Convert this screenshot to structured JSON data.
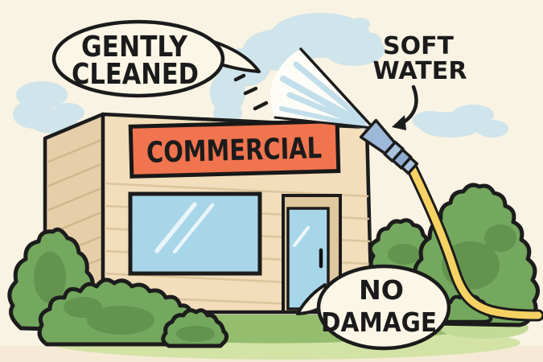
{
  "scene_title": "Soft washing a commercial building illustration",
  "bubbles": {
    "gently_cleaned": {
      "line1": "GENTLY",
      "line2": "CLEANED"
    },
    "no_damage": {
      "line1": "NO",
      "line2": "DAMAGE"
    }
  },
  "labels": {
    "soft_water": {
      "line1": "SOFT",
      "line2": "WATER"
    }
  },
  "sign": {
    "text": "COMMERCIAL"
  },
  "colors": {
    "background": "#f9f3e3",
    "background_bottom": "#f6ead6",
    "cloud": "#cfe4eb",
    "spray_white": "#fdfcf6",
    "spray_streak": "#c2deeb",
    "facade": "#f2debb",
    "side_wall": "#e6cfa8",
    "siding_line": "#d8bf97",
    "sign_orange": "#f0744e",
    "window_glass": "#a8d6e9",
    "door_frame": "#dfc79e",
    "grass": "#94bd6d",
    "ground_light": "#d3e3a6",
    "ground_light_right": "#c2db97",
    "bush": "#74a85e",
    "bush_shadow": "#63934f",
    "hose": "#f5d263",
    "nozzle": "#9db8d8",
    "nozzle_band_light": "#aac3df",
    "nozzle_band_dark": "#8fabd0",
    "outline": "#1c1c1c",
    "text": "#1b1b1b",
    "bubble_fill": "#fcf6e6"
  }
}
